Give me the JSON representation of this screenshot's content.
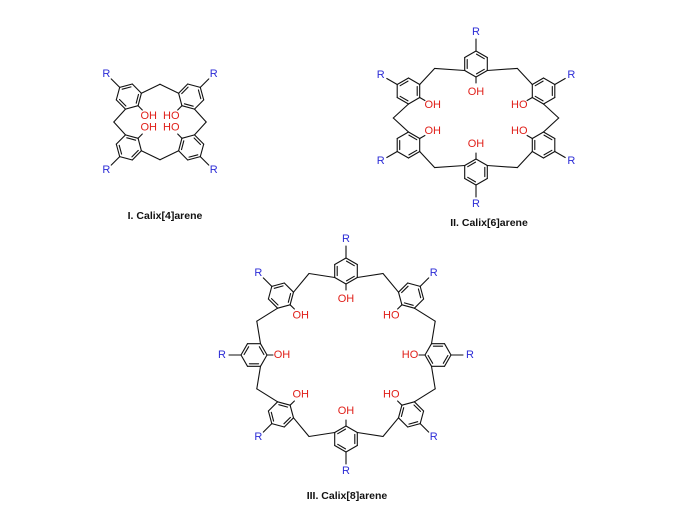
{
  "colors": {
    "bond": "#111111",
    "hydroxyl": "#e0201a",
    "substituent": "#2b2bd6",
    "caption": "#111111"
  },
  "labels": {
    "hydroxyl": "OH",
    "hydroxyl_reversed": "HO",
    "substituent": "R"
  },
  "captions": {
    "calix4": "I. Calix[4]arene",
    "calix6": "II. Calix[6]arene",
    "calix8": "III. Calix[8]arene"
  },
  "molecules": [
    {
      "name": "calix4",
      "units": 4,
      "caption_key": "calix4"
    },
    {
      "name": "calix6",
      "units": 6,
      "caption_key": "calix6"
    },
    {
      "name": "calix8",
      "units": 8,
      "caption_key": "calix8"
    }
  ]
}
